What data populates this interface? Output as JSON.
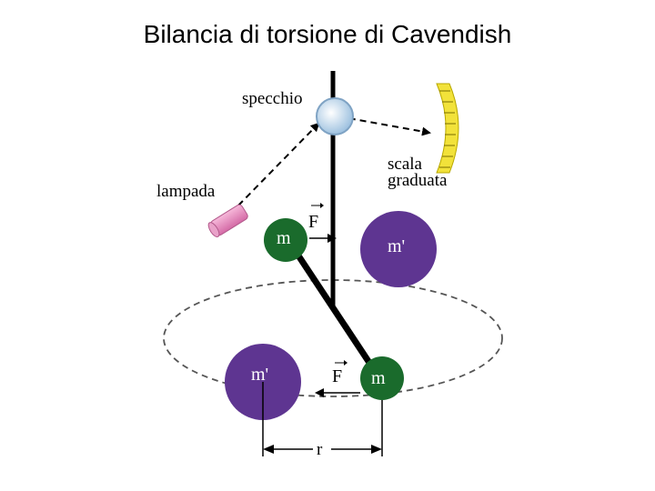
{
  "title": "Bilancia di torsione di Cavendish",
  "labels": {
    "mirror": "specchio",
    "scale_line1": "scala",
    "scale_line2": "graduata",
    "lamp": "lampada",
    "small_mass": "m",
    "large_mass": "m'",
    "force": "F",
    "distance": "r"
  },
  "colors": {
    "small_mass": "#1a6b2c",
    "large_mass": "#5e3591",
    "lamp": "#e78fbf",
    "scale": "#f2e23a",
    "mirror": "#b8d4ea",
    "rod": "#000000",
    "orbit": "#555555"
  }
}
